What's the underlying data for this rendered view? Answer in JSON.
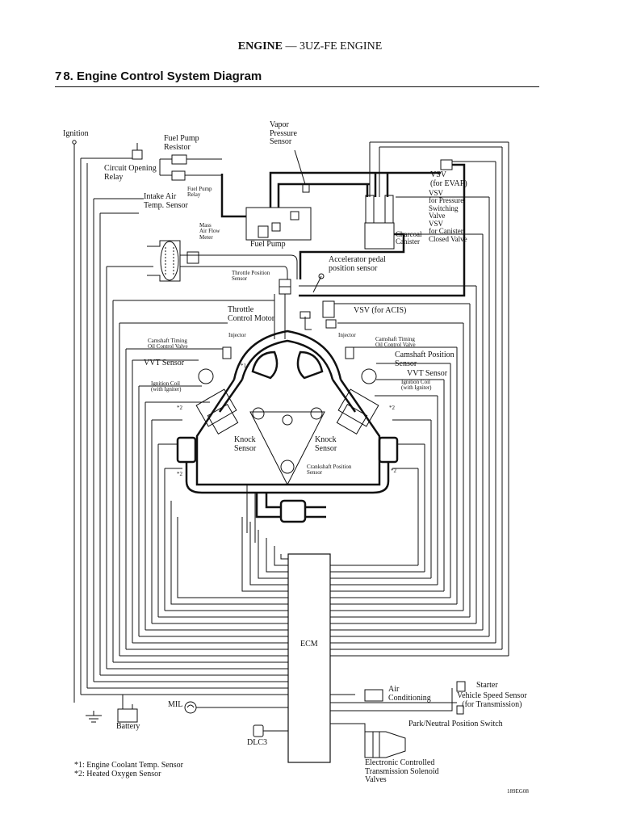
{
  "header": {
    "chapter": "ENGINE",
    "dash": "—",
    "engine": "3UZ-FE ENGINE"
  },
  "section": {
    "number": "7",
    "number_overlap": "8.",
    "title": "Engine Control System Diagram"
  },
  "labels": {
    "ignition": "Ignition",
    "fuel_pump_resistor": "Fuel Pump\nResistor",
    "circuit_opening_relay": "Circuit Opening\nRelay",
    "fuel_pump_relay": "Fuel Pump\nRelay",
    "intake_air_temp": "Intake Air\nTemp. Sensor",
    "mass_air_flow": "Mass\nAir Flow\nMeter",
    "vapor_pressure": "Vapor\nPressure\nSensor",
    "fuel_pump": "Fuel Pump",
    "vsv_evap": "VSV\n(for EVAP)",
    "vsv_pressure": "VSV\nfor Pressure\nSwitching\nValve",
    "vsv_canister": "VSV\nfor Canister\nClosed Valve",
    "charcoal_canister": "Charcoal\nCanister",
    "accelerator_pedal": "Accelerator pedal\nposition sensor",
    "throttle_position": "Throttle Position\nSensor",
    "throttle_motor": "Throttle\nControl Motor",
    "vsv_acis": "VSV (for ACIS)",
    "injector_left": "Injector",
    "injector_right": "Injector",
    "camshaft_ocv_left": "Camshaft Timing\nOil Control Valve",
    "camshaft_ocv_right": "Camshaft Timing\nOil Control Valve",
    "camshaft_position": "Camshaft Position\nSensor",
    "vvt_left": "VVT Sensor",
    "vvt_right": "VVT Sensor",
    "ignition_coil_left": "Ignition Coil\n(with Igniter)",
    "ignition_coil_right": "Ignition Coil\n(with Igniter)",
    "star1": "*1",
    "star2_a": "*2",
    "star2_b": "*2",
    "star2_c": "*2",
    "star2_d": "*2",
    "knock_left": "Knock\nSensor",
    "knock_right": "Knock\nSensor",
    "crankshaft_position": "Crankshaft Position\nSensor",
    "ecm": "ECM",
    "starter": "Starter",
    "vehicle_speed": "Vehicle Speed Sensor\n(for Transmission)",
    "air_conditioning": "Air\nConditioning",
    "mil": "MIL",
    "battery": "Battery",
    "dlc3": "DLC3",
    "park_neutral": "Park/Neutral Position Switch",
    "transmission_solenoid": "Electronic Controlled\nTransmission Solenoid\nValves"
  },
  "footnotes": {
    "note1": "*1: Engine Coolant Temp. Sensor",
    "note2": "*2: Heated Oxygen Sensor"
  },
  "figure_code": "189EG08"
}
